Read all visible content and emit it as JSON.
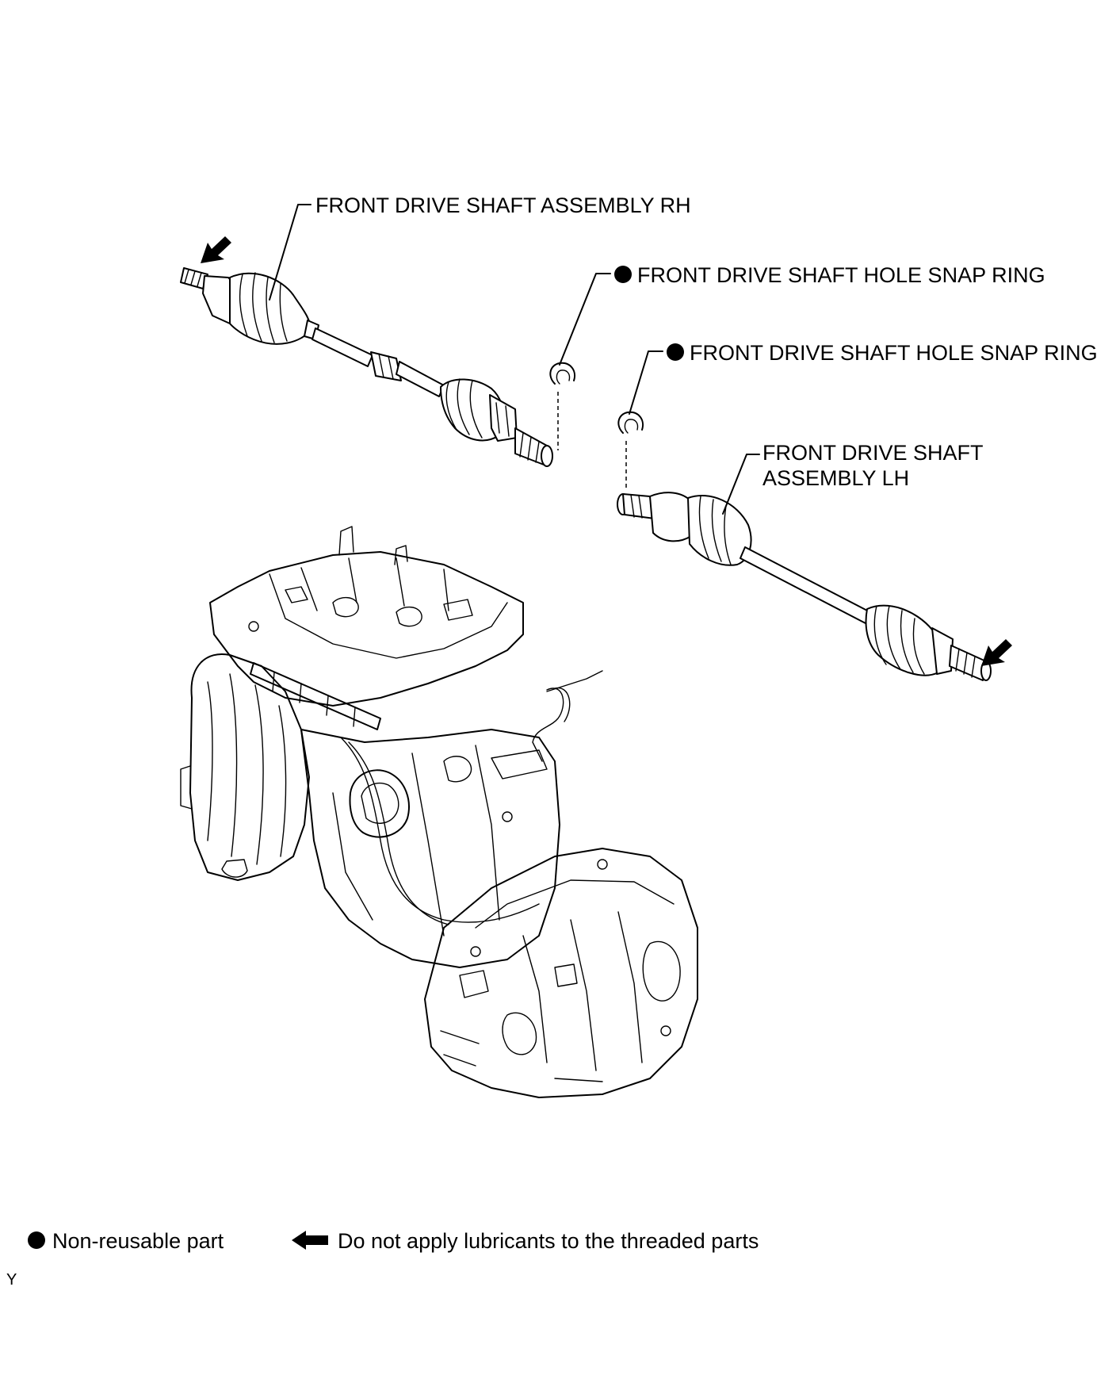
{
  "labels": {
    "rh_shaft": "FRONT DRIVE SHAFT ASSEMBLY RH",
    "snap_ring_1": "FRONT DRIVE SHAFT HOLE SNAP RING",
    "snap_ring_2": "FRONT DRIVE SHAFT HOLE SNAP RING",
    "lh_shaft_line1": "FRONT DRIVE SHAFT",
    "lh_shaft_line2": "ASSEMBLY LH"
  },
  "legend": {
    "non_reusable": "Non-reusable part",
    "no_lubricant": "Do not apply lubricants to the threaded parts"
  },
  "corner_mark": "Y",
  "icons": {
    "non_reusable_marker": "filled-circle-icon",
    "no_lubricant_marker": "left-arrow-icon"
  }
}
